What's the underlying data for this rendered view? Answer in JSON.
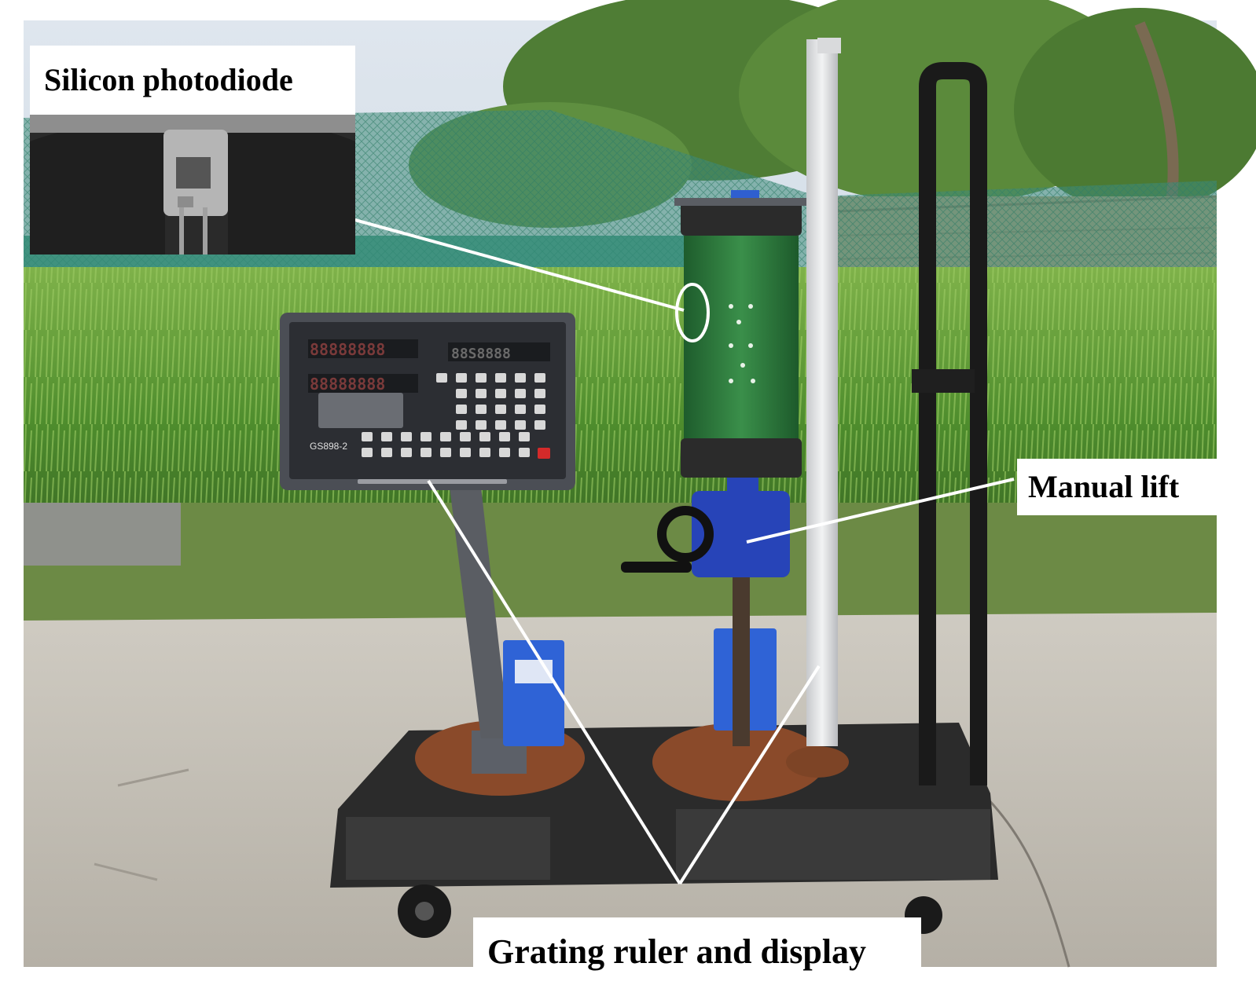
{
  "labels": {
    "photodiode": "Silicon photodiode",
    "manual_lift": "Manual  lift",
    "grating": "Grating ruler and display"
  },
  "display": {
    "row1": "88888888",
    "row2": "88888888",
    "row3": "",
    "row1_right": "88S8888",
    "model": "GS898-2"
  },
  "colors": {
    "sky": "#c9d6e3",
    "net": "#3f8d7a",
    "rice": "#5c9a35",
    "ground": "#c4c0b6",
    "cart": "#2a2a2a",
    "tube": "#2d7d3e",
    "motor": "#2744b8",
    "plate": "#8a4a2a",
    "console": "#4b4e55"
  }
}
